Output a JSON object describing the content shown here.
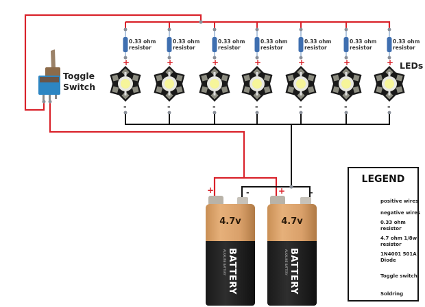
{
  "diagram": {
    "title": "7 LED parallel circuit with toggle switch and two batteries",
    "switch_label_line1": "Toggle",
    "switch_label_line2": "Switch",
    "leds_label": "LEDs",
    "led_count": 7,
    "resistor_label_line1": "0.33 ohm",
    "resistor_label_line2": "resistor",
    "plus_sign": "+",
    "minus_sign": "-",
    "leds": [
      {
        "id": 1,
        "resistor_line1": "0.33 ohm",
        "resistor_line2": "resistor"
      },
      {
        "id": 2,
        "resistor_line1": "0.33 ohm",
        "resistor_line2": "resistor"
      },
      {
        "id": 3,
        "resistor_line1": "0.33 ohm",
        "resistor_line2": "resistor"
      },
      {
        "id": 4,
        "resistor_line1": "0.33 ohm",
        "resistor_line2": "resistor"
      },
      {
        "id": 5,
        "resistor_line1": "0.33 ohm",
        "resistor_line2": "resistor"
      },
      {
        "id": 6,
        "resistor_line1": "0.33 ohm",
        "resistor_line2": "resistor"
      },
      {
        "id": 7,
        "resistor_line1": "0.33 ohm",
        "resistor_line2": "resistor"
      }
    ],
    "batteries": [
      {
        "voltage": "4.7v",
        "brand": "BATTERY",
        "subtext": "ALKALINE BATTERY",
        "plus": "+",
        "minus": "-"
      },
      {
        "voltage": "4.7v",
        "brand": "BATTERY",
        "subtext": "ALKALINE BATTERY",
        "plus": "+",
        "minus": "-"
      }
    ],
    "colors": {
      "positive_wire": "#d9222a",
      "negative_wire": "#111111",
      "resistor_body": "#3f6fb0",
      "solder_point": "#8a8f98",
      "led_board": "#1a1a1a",
      "led_pad": "#8c8c80",
      "led_light": "#f6f59a"
    }
  },
  "legend": {
    "title": "LEGEND",
    "items": [
      {
        "icon": "red-line",
        "label": "positive wires"
      },
      {
        "icon": "black-line",
        "label": "negative wires"
      },
      {
        "icon": "resistor-blue",
        "label_line1": "0.33 ohm",
        "label_line2": "resistor"
      },
      {
        "icon": "resistor-small",
        "label_line1": "4.7 ohm 1/8w",
        "label_line2": "resistor"
      },
      {
        "icon": "diode",
        "label_line1": "1N4001 501A",
        "label_line2": "Diode"
      },
      {
        "icon": "toggle-switch",
        "label": "Toggle switch"
      },
      {
        "icon": "solder-dot",
        "label": "Soldring"
      }
    ]
  }
}
